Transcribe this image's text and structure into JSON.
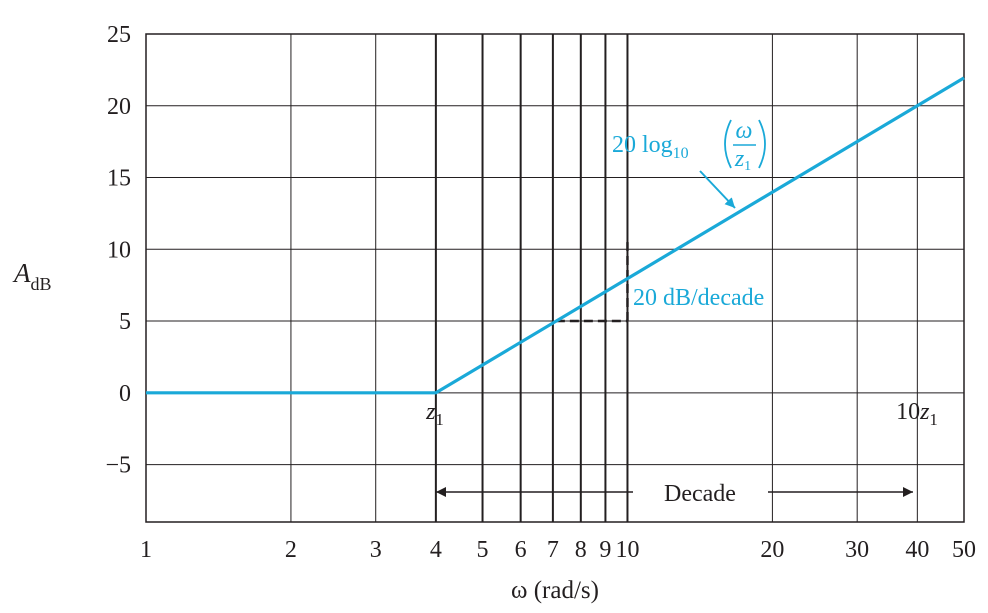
{
  "chart_data": {
    "type": "line",
    "title": "",
    "xlabel": "ω (rad/s)",
    "ylabel": "A_dB",
    "xscale": "log",
    "xlim": [
      1,
      50
    ],
    "ylim": [
      -9,
      25
    ],
    "x_ticks": [
      1,
      2,
      3,
      4,
      5,
      6,
      7,
      8,
      9,
      10,
      20,
      30,
      40,
      50
    ],
    "x_tick_labels": [
      "1",
      "2",
      "3",
      "4",
      "5",
      "6",
      "7",
      "8",
      "9",
      "10",
      "20",
      "30",
      "40",
      "50"
    ],
    "y_ticks": [
      -5,
      0,
      5,
      10,
      15,
      20,
      25
    ],
    "y_tick_labels": [
      "−5",
      "0",
      "5",
      "10",
      "15",
      "20",
      "25"
    ],
    "grid": true,
    "emphasized_gridlines_x": [
      4,
      5,
      6,
      7,
      8,
      9,
      10
    ],
    "series": [
      {
        "color": "#1aa9d8",
        "points": [
          [
            1,
            0
          ],
          [
            4,
            0
          ],
          [
            50,
            21.94
          ]
        ]
      }
    ],
    "slope_marker": {
      "x_from": 7.1,
      "x_to": 10,
      "y_level": 5,
      "label": "20 dB/decade"
    },
    "annotations": {
      "z1_label": "z",
      "z1_sub": "1",
      "z1_x": 4,
      "tenz1_prefix": "10",
      "tenz1_var": "z",
      "tenz1_sub": "1",
      "tenz1_x": 40,
      "decade_label": "Decade",
      "formula": {
        "coef": "20",
        "func": "log",
        "base": "10",
        "numerator": "ω",
        "denominator_var": "z",
        "denominator_sub": "1"
      }
    },
    "colors": {
      "curve": "#1aa9d8",
      "grid": "#231f20",
      "text": "#231f20"
    }
  }
}
